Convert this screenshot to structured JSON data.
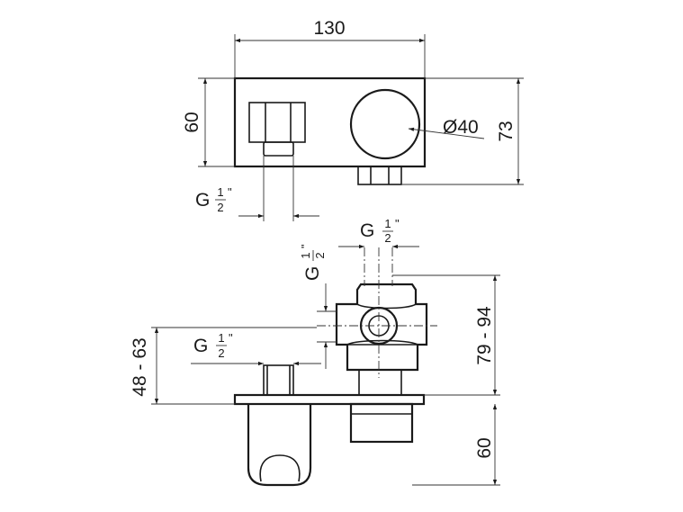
{
  "top_view": {
    "width": "130",
    "height": "60",
    "overall_height": "73",
    "knob_diameter": "Ø40",
    "thread": {
      "g": "G",
      "num": "1",
      "den": "2",
      "mark": "\""
    }
  },
  "side_view": {
    "top_thread": {
      "g": "G",
      "num": "1",
      "den": "2",
      "mark": "\""
    },
    "side_thread": {
      "g": "G",
      "num": "1",
      "den": "2",
      "mark": "\""
    },
    "outlet_thread": {
      "g": "G",
      "num": "1",
      "den": "2",
      "mark": "\""
    },
    "depth_range": "79 - 94",
    "outlet_range": "48 - 63",
    "plate_height": "60"
  },
  "colors": {
    "line": "#1a1a1a",
    "background": "#ffffff"
  }
}
